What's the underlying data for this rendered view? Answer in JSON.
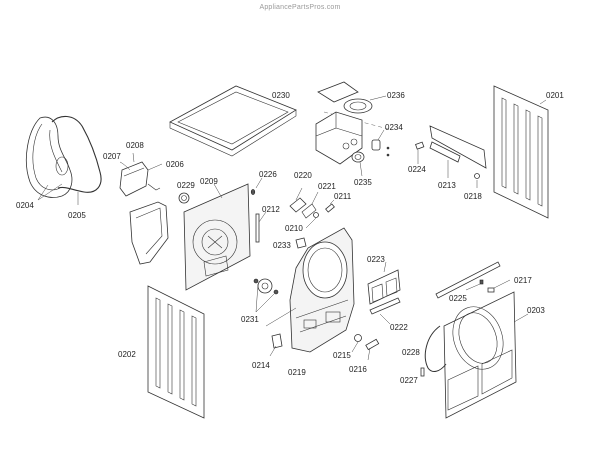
{
  "watermark": "AppliancePartsPros.com",
  "diagram": {
    "type": "exploded-parts-diagram",
    "subject": "dryer cabinet assembly",
    "labels": {
      "p0201": "0201",
      "p0202": "0202",
      "p0203": "0203",
      "p0204": "0204",
      "p0205": "0205",
      "p0206": "0206",
      "p0207": "0207",
      "p0208": "0208",
      "p0209": "0209",
      "p0210": "0210",
      "p0211": "0211",
      "p0212": "0212",
      "p0213": "0213",
      "p0214": "0214",
      "p0215": "0215",
      "p0216": "0216",
      "p0217": "0217",
      "p0218": "0218",
      "p0219": "0219",
      "p0220": "0220",
      "p0221": "0221",
      "p0222": "0222",
      "p0223": "0223",
      "p0224": "0224",
      "p0225": "0225",
      "p0226": "0226",
      "p0227": "0227",
      "p0228": "0228",
      "p0229": "0229",
      "p0230": "0230",
      "p0231": "0231",
      "p0233": "0233",
      "p0234": "0234",
      "p0235": "0235",
      "p0236": "0236"
    }
  }
}
